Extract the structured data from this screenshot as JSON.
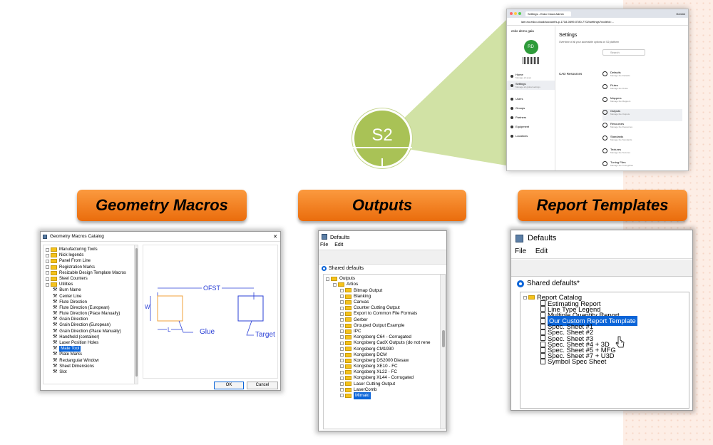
{
  "colors": {
    "accent_green": "#a9c256",
    "pill_orange": "#f2801f",
    "selection_blue": "#0a64d8",
    "peach_bg": "#fdeee6"
  },
  "hub": {
    "label": "S2"
  },
  "browser": {
    "tab_title": "Settings - Esko Cloud Admin",
    "address": "iam.eu.esko.cloud/account/s-p-1718-0699-0780-7702/settings?nodeId=...",
    "profile": "Gemini",
    "org": "esko demo gaia",
    "avatar": "RD",
    "nav": [
      {
        "label": "Home",
        "sub": "Manage all apps",
        "icon": "home-icon"
      },
      {
        "label": "Settings",
        "sub": "Manage all global settings",
        "icon": "gear-icon"
      },
      {
        "label": "Users",
        "icon": "user-icon"
      },
      {
        "label": "Groups",
        "icon": "group-icon"
      },
      {
        "label": "Partners",
        "icon": "partner-icon"
      },
      {
        "label": "Equipment",
        "icon": "equipment-icon"
      },
      {
        "label": "Locations",
        "icon": "location-icon"
      }
    ],
    "title": "Settings",
    "subtitle": "Overview of all your accessible options on S2 platform",
    "search_placeholder": "Search",
    "section": "CAD Resources",
    "items": [
      {
        "label": "Defaults",
        "sub": "Manage the Defaults"
      },
      {
        "label": "Flutes",
        "sub": "Manage the Flutes"
      },
      {
        "label": "Mappers",
        "sub": "Manage the Mappers"
      },
      {
        "label": "Outputs",
        "sub": "Manage the Outputs"
      },
      {
        "label": "Resources",
        "sub": "Manage the Resources"
      },
      {
        "label": "Standards",
        "sub": "Manage the Standards"
      },
      {
        "label": "Textures",
        "sub": "Manage the Textures"
      },
      {
        "label": "Tuning Files",
        "sub": "Manage the TuningFiles"
      }
    ]
  },
  "pills": {
    "geometry": "Geometry Macros",
    "outputs": "Outputs",
    "reports": "Report Templates"
  },
  "geometry": {
    "title": "Geometry Macros Catalog",
    "close": "✕",
    "folders": [
      "Manufacturing Tools",
      "Nick legends",
      "Panel From Line",
      "Registration Marks",
      "Resizable Design Template Macros",
      "Steel Counters",
      "Utilities"
    ],
    "tools": [
      "Burn Name",
      "Center Line",
      "Flute Direction",
      "Flute Direction (European)",
      "Flute Direction (Place Manually)",
      "Grain Direction",
      "Grain Direction (European)",
      "Grain Direction (Place Manually)",
      "Handhold (container)",
      "Laser Position Holes",
      "Mate Tool",
      "Plate Marks",
      "Rectangular Window",
      "Sheet Dimensions",
      "Slot"
    ],
    "selected_index": 10,
    "preview": {
      "ofst": "OFST",
      "w": "W",
      "l": "L",
      "glue": "Glue",
      "target": "Target"
    },
    "ok": "OK",
    "cancel": "Cancel"
  },
  "outputs": {
    "title": "Defaults",
    "menu": [
      "File",
      "Edit"
    ],
    "shared": "Shared defaults",
    "root": "Outputs",
    "sub": "Artios",
    "items": [
      "Bitmap Output",
      "Blanking",
      "Canvas",
      "Counter Cutting Output",
      "Export to Common File Formats",
      "Gerber",
      "Grouped Output Example",
      "IPC",
      "Kongsberg C64 - Corrugated",
      "Kongsberg CadX Outputs (do not rene",
      "Kongsberg CM1930",
      "Kongsberg DCM",
      "Kongsberg DS2000 Diesaw",
      "Kongsberg XE10 - FC",
      "Kongsberg XL22 - FC",
      "Kongsberg XL44 - Corrugated",
      "Laser Cutting Output",
      "LaserComb",
      "Mimaki"
    ]
  },
  "reports": {
    "title": "Defaults",
    "menu": [
      "File",
      "Edit"
    ],
    "shared": "Shared defaults*",
    "root": "Report Catalog",
    "items": [
      "Estimating Report",
      "Line Type Legend",
      "Multiple Quantity Report",
      "Our Custom Report Template",
      "Spec. Sheet  #1",
      "Spec. Sheet  #2",
      "Spec. Sheet  #3",
      "Spec. Sheet  #4 + 3D",
      "Spec. Sheet  #5 + MFG",
      "Spec. Sheet  #7 + U3D",
      "Symbol Spec Sheet"
    ]
  }
}
